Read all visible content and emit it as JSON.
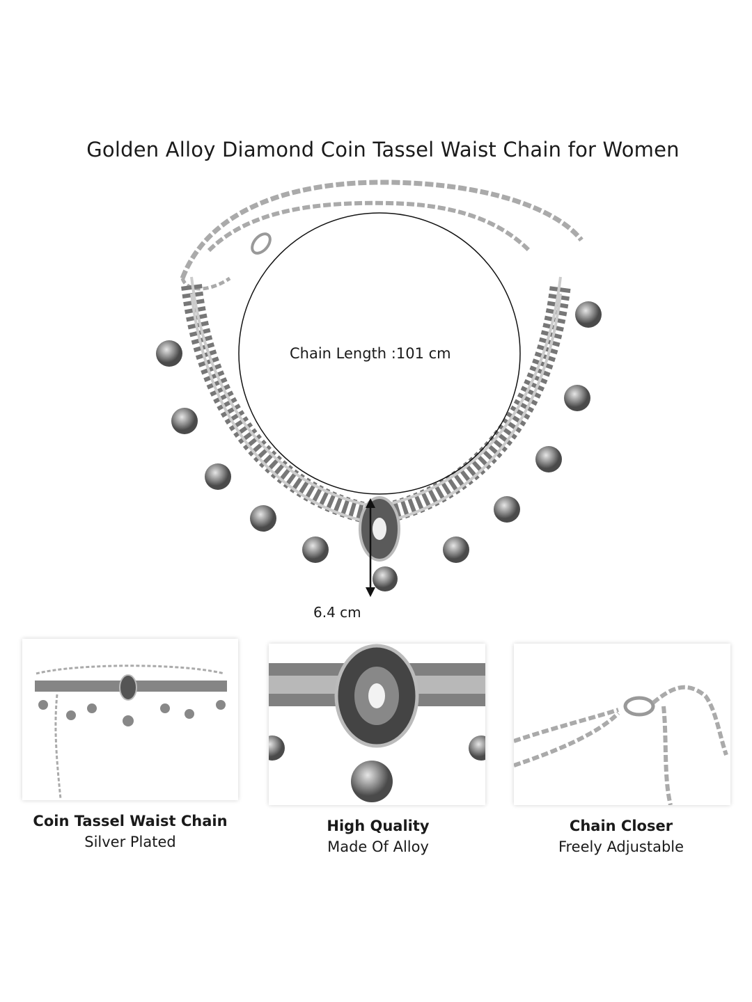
{
  "title": "Golden Alloy Diamond Coin Tassel Waist Chain for Women",
  "chain_length_label": "Chain Length :101 cm",
  "pendant_height_label": "6.4 cm",
  "features": [
    {
      "heading": "Coin Tassel Waist Chain",
      "sub": "Silver Plated"
    },
    {
      "heading": "High Quality",
      "sub": "Made Of Alloy"
    },
    {
      "heading": "Chain Closer",
      "sub": "Freely Adjustable"
    }
  ],
  "colors": {
    "silver": "#9a9a9a",
    "dark": "#4a4a4a",
    "text": "#1a1a1a"
  }
}
